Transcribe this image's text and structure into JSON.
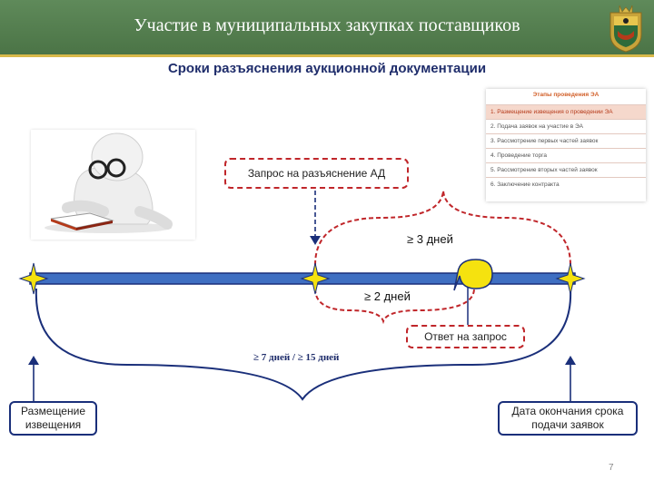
{
  "header": {
    "title": "Участие в муниципальных закупках поставщиков",
    "bg_color": "#4f7a4a",
    "accent_color": "#d8b94a"
  },
  "subtitle": "Сроки разъяснения аукционной документации",
  "stages": {
    "title": "Этапы проведения ЭА",
    "items": [
      "1. Размещение извещения о проведении ЭА",
      "2. Подача заявок на участие в ЭА",
      "3. Рассмотрение первых частей заявок",
      "4. Проведение торга",
      "5. Рассмотрение вторых частей заявок",
      "6. Заключение контракта"
    ],
    "active_index": 0
  },
  "diagram": {
    "request_label": "Запрос на разъяснение АД",
    "three_days": "≥ 3 дней",
    "two_days": "≥ 2 дней",
    "answer_label": "Ответ на запрос",
    "period_label": "≥ 7 дней / ≥ 15 дней",
    "placement_label": "Размещение извещения",
    "deadline_label": "Дата окончания срока подачи заявок",
    "timeline_color": "#3f6fc2",
    "marker_color": "#f5e20f",
    "red_color": "#c0262a",
    "blue_color": "#1a2f7a"
  },
  "page_number": "7"
}
